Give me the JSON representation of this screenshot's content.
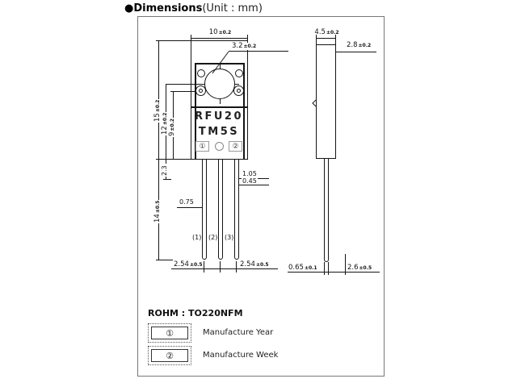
{
  "title": {
    "bullet": "●",
    "main": "Dimensions",
    "unit": "(Unit : mm)"
  },
  "front": {
    "top_width": {
      "v": "10",
      "t": "±0.2"
    },
    "hole_dia": {
      "v": "3.2",
      "t": "±0.2"
    },
    "height": {
      "v": "15",
      "t": "±0.2"
    },
    "hole_center_height": {
      "v": "12",
      "t": "±0.2"
    },
    "pin_mark_height": {
      "v": "9",
      "t": "±0.2"
    },
    "lead_length": {
      "v": "14",
      "t": "±0.5"
    },
    "shoulder": {
      "v": "2.3",
      "t": ""
    },
    "lead_width": {
      "v": "0.75",
      "t": ""
    },
    "lead_wide": {
      "v": "1.05",
      "t": ""
    },
    "lead_thin": {
      "v": "0.45",
      "t": ""
    },
    "pitch_left": {
      "v": "2.54",
      "t": "±0.5"
    },
    "pitch_right": {
      "v": "2.54",
      "t": "±0.5"
    },
    "lead_numbers": [
      "(1)",
      "(2)",
      "(3)"
    ]
  },
  "marking": {
    "line1": "RFU20",
    "line2": "TM5S",
    "year_symbol": "①",
    "week_symbol": "②"
  },
  "side": {
    "total_thickness": {
      "v": "4.5",
      "t": "±0.2"
    },
    "body_thickness": {
      "v": "2.8",
      "t": "±0.2"
    },
    "lead_thickness": {
      "v": "0.65",
      "t": "±0.1"
    },
    "lead_offset": {
      "v": "2.6",
      "t": "±0.5"
    }
  },
  "legend": {
    "package": "ROHM : TO220NFM",
    "items": [
      {
        "symbol": "①",
        "label": "Manufacture Year"
      },
      {
        "symbol": "②",
        "label": "Manufacture Week"
      }
    ]
  }
}
